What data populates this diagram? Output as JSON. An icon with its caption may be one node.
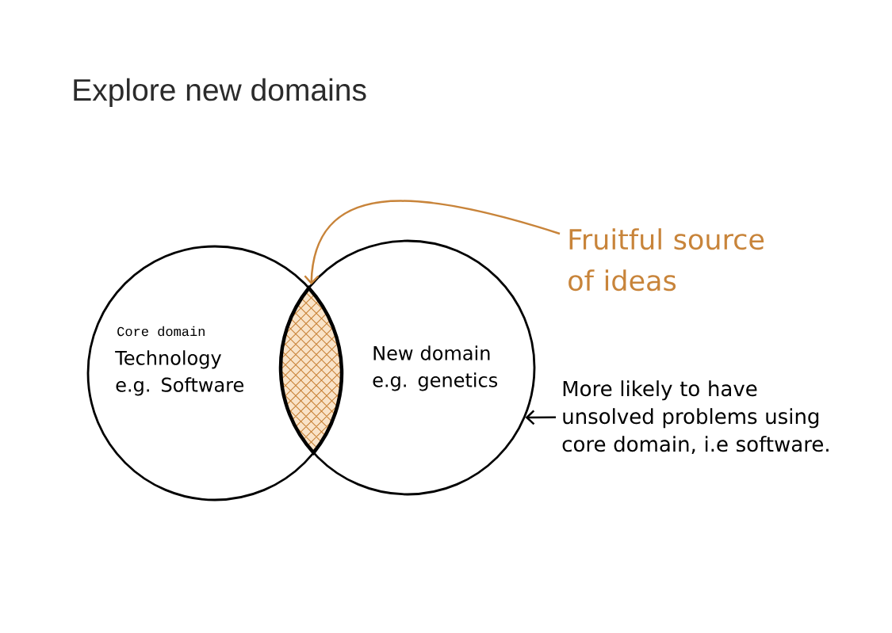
{
  "diagram": {
    "title": "Explore new domains",
    "nodes": [
      {
        "text": [
          "Core domain",
          "Technology e.g. Software"
        ]
      },
      {
        "text": [
          "New domain e.g. genetics"
        ]
      },
      {
        "text": [],
        "shape": "lens"
      },
      {
        "text": [
          "Fruitful source of ideas"
        ]
      },
      {
        "text": [
          "More likely to have unsolved problems using core domain, i.e software."
        ]
      }
    ],
    "edges": [
      {
        "from": 3,
        "to": 2,
        "arrow": "to",
        "color": "#c8843a"
      },
      {
        "from": 4,
        "to": 1,
        "arrow": "to",
        "color": "#000000"
      }
    ]
  }
}
